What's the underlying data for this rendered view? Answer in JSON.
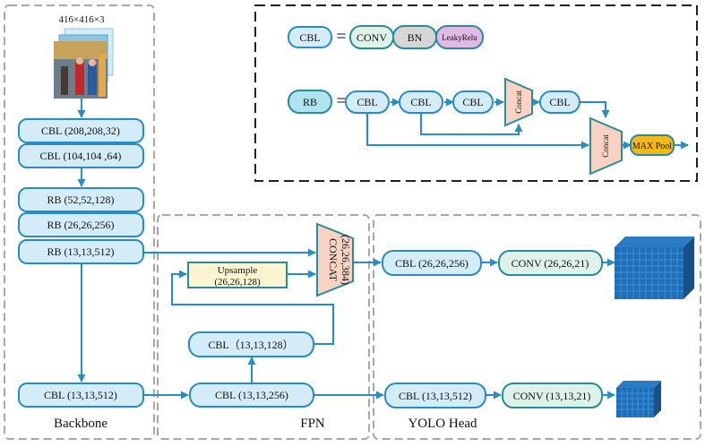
{
  "input": {
    "size_label": "416×416×3"
  },
  "legend": {
    "cbl": "CBL",
    "cbl_parts": [
      "CONV",
      "BN",
      "LeakyRelu"
    ],
    "rb": "RB",
    "rb_chain": [
      "CBL",
      "CBL",
      "CBL",
      "CBL"
    ],
    "concat": "Concat",
    "maxpool": "MAX Pool"
  },
  "backbone": {
    "label": "Backbone",
    "cbl_1": "CBL (208,208,32)",
    "cbl_2": "CBL (104,104 ,64)",
    "rb_1": "RB (52,52,128)",
    "rb_2": "RB (26,26,256)",
    "rb_3": "RB (13,13,512)",
    "cbl_bottom": "CBL (13,13,512)"
  },
  "fpn": {
    "label": "FPN",
    "upsample_line1": "Upsample",
    "upsample_line2": "(26,26,128)",
    "cbl_mid": "CBL（13,13,128）",
    "cbl_bottom": "CBL (13,13,256)",
    "concat_line1": "CONCAT",
    "concat_line2": "(26,26,384)"
  },
  "head": {
    "label": "YOLO Head",
    "cbl_top": "CBL (26,26,256)",
    "conv_top": "CONV (26,26,21)",
    "cbl_bottom": "CBL (13,13,512)",
    "conv_bottom": "CONV (13,13,21)"
  },
  "colors": {
    "node_fill": "#d3ecf8",
    "node_stroke": "#2a8cc2",
    "arrow": "#2a8cc2",
    "conv_fill": "#dff2ea",
    "bn_fill": "#d6d6d6",
    "relu_fill": "#e2b9e4",
    "trap_fill": "#f8d3c3",
    "upsample_fill": "#fdf5d2",
    "maxpool_fill": "#f6b818",
    "cube": "#1e6fb8",
    "dashed_frame": "#a8a8a8",
    "legend_frame": "#222222"
  }
}
